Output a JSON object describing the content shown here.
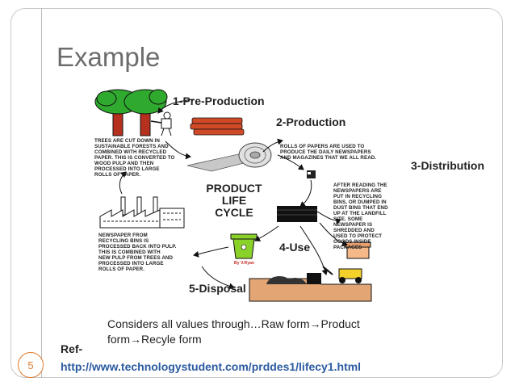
{
  "slide": {
    "title": "Example",
    "page_number": "5"
  },
  "diagram": {
    "stages": {
      "pre_production": "1-Pre-Production",
      "production": "2-Production",
      "distribution": "3-Distribution",
      "use": "4-Use",
      "disposal": "5-Disposal"
    },
    "center": "PRODUCT\nLIFE\nCYCLE",
    "notes": {
      "trees": "TREES ARE CUT DOWN IN\nSUSTAINABLE FORESTS AND\nCOMBINED WITH RECYCLED\nPAPER. THIS IS CONVERTED TO\nWOOD PULP AND THEN\nPROCESSED INTO LARGE\nROLLS OF PAPER.",
      "rolls": "ROLLS OF PAPERS ARE USED TO\nPRODUCE THE DAILY NEWSPAPERS\nAND MAGAZINES THAT WE ALL READ.",
      "after_reading": "AFTER READING THE\nNEWSPAPERS ARE\nPUT IN RECYCLING\nBINS, OR DUMPED IN\nDUST BINS THAT END\nUP AT THE LANDFILL\nSITE. SOME\nNEWSPAPER IS\nSHREDDED AND\nUSED TO PROTECT\nGOODS INSIDE\nPACKAGES",
      "recycling": "NEWSPAPER FROM\nRECYCLING BINS IS\nPROCESSED BACK INTO PULP.\nTHIS IS COMBINED WITH\nNEW PULP FROM TREES AND\nPROCESSED INTO LARGE\nROLLS OF PAPER."
    },
    "bin_credit": "By V.Ryan"
  },
  "body": {
    "considers": "Considers all values through…Raw form→Product form→Recyle form",
    "ref_label": "Ref-",
    "ref_url": "http://www.technologystudent.com/prddes1/lifecy1.html"
  },
  "colors": {
    "title": "#6d6d6d",
    "accent": "#e07a2e",
    "link": "#2a5aa0",
    "tree_green": "#2faa2f",
    "trunk": "#b5301e",
    "logs": "#d04a28"
  }
}
